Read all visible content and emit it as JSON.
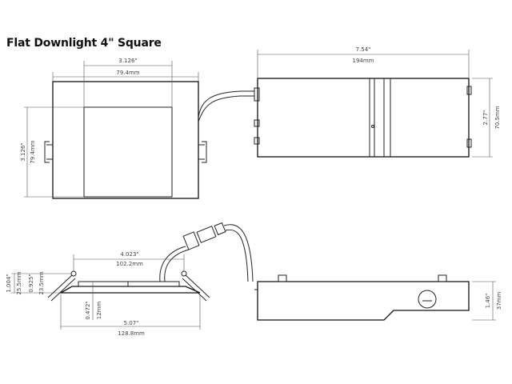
{
  "title": "Flat Downlight 4\" Square",
  "dims": {
    "top_width_in": "3.126\"",
    "top_width_mm": "79.4mm",
    "side_height_in": "3.126\"",
    "side_height_mm": "79.4mm",
    "driver_length_in": "7.54\"",
    "driver_length_mm": "194mm",
    "driver_height_in": "2.77\"",
    "driver_height_mm": "70.5mm",
    "cutout_in": "4.023\"",
    "cutout_mm": "102.2mm",
    "total_depth_in": "1.004\"",
    "total_depth_mm": "25.5mm",
    "body_depth_in": "0.925\"",
    "body_depth_mm": "23.5mm",
    "flange_in": "0.472\"",
    "flange_mm": "12mm",
    "overall_in": "5.07\"",
    "overall_mm": "128.8mm",
    "box_height_in": "1.46\"",
    "box_height_mm": "37mm"
  },
  "colors": {
    "stroke": "#222222",
    "dimension": "#555555"
  }
}
